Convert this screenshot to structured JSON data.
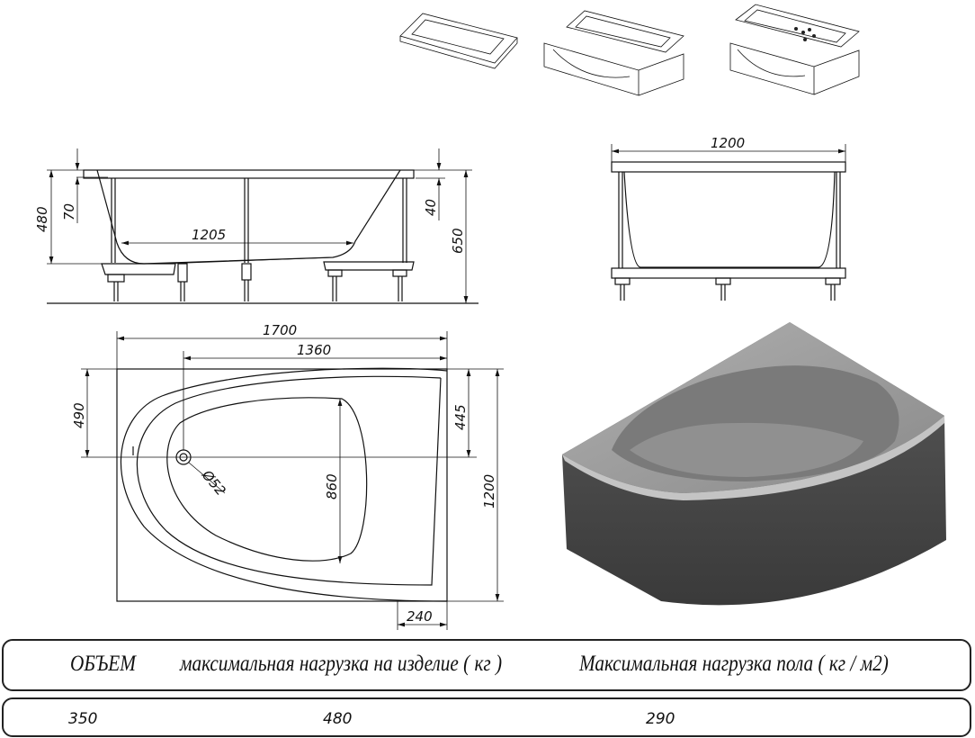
{
  "side_view": {
    "dim_480": "480",
    "dim_70": "70",
    "dim_1205": "1205",
    "dim_40": "40",
    "dim_650": "650"
  },
  "front_view": {
    "dim_1200": "1200"
  },
  "top_view": {
    "dim_1700": "1700",
    "dim_1360": "1360",
    "dim_490": "490",
    "dim_445": "445",
    "dim_1200": "1200",
    "dim_860": "860",
    "dim_240": "240",
    "drain": "Ø52"
  },
  "table": {
    "headers": [
      "ОБЪЕМ",
      "максимальная нагрузка на изделие ( кг )",
      "Максимальная нагрузка пола ( кг / м2)"
    ],
    "values": [
      "350",
      "480",
      "290"
    ]
  },
  "colors": {
    "render_dark": "#4a4a4a",
    "render_light": "#9a9a9a"
  }
}
